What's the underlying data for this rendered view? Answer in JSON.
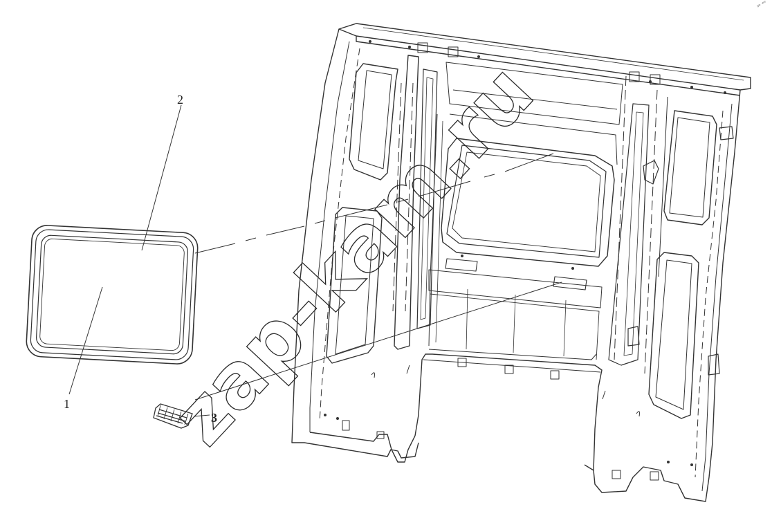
{
  "diagram": {
    "callouts": [
      {
        "id": "1",
        "label": "1"
      },
      {
        "id": "2",
        "label": "2"
      },
      {
        "id": "3",
        "label": "3"
      }
    ],
    "watermark": "zap-kam.ru",
    "corner_mark": "ᵍᵖ ʷᵉ"
  },
  "colors": {
    "line": "#333333",
    "background": "#ffffff"
  }
}
